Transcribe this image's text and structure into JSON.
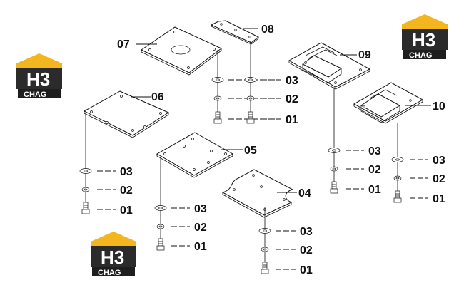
{
  "logo": {
    "mark": "H3",
    "word": "CHAG",
    "colors": {
      "accent": "#f3b61f",
      "body": "#2b2b2b"
    }
  },
  "callouts": {
    "p07": "07",
    "p08": "08",
    "p09": "09",
    "p06": "06",
    "p10": "10",
    "p05": "05",
    "p04": "04",
    "washer": "03",
    "spring": "02",
    "bolt": "01"
  }
}
